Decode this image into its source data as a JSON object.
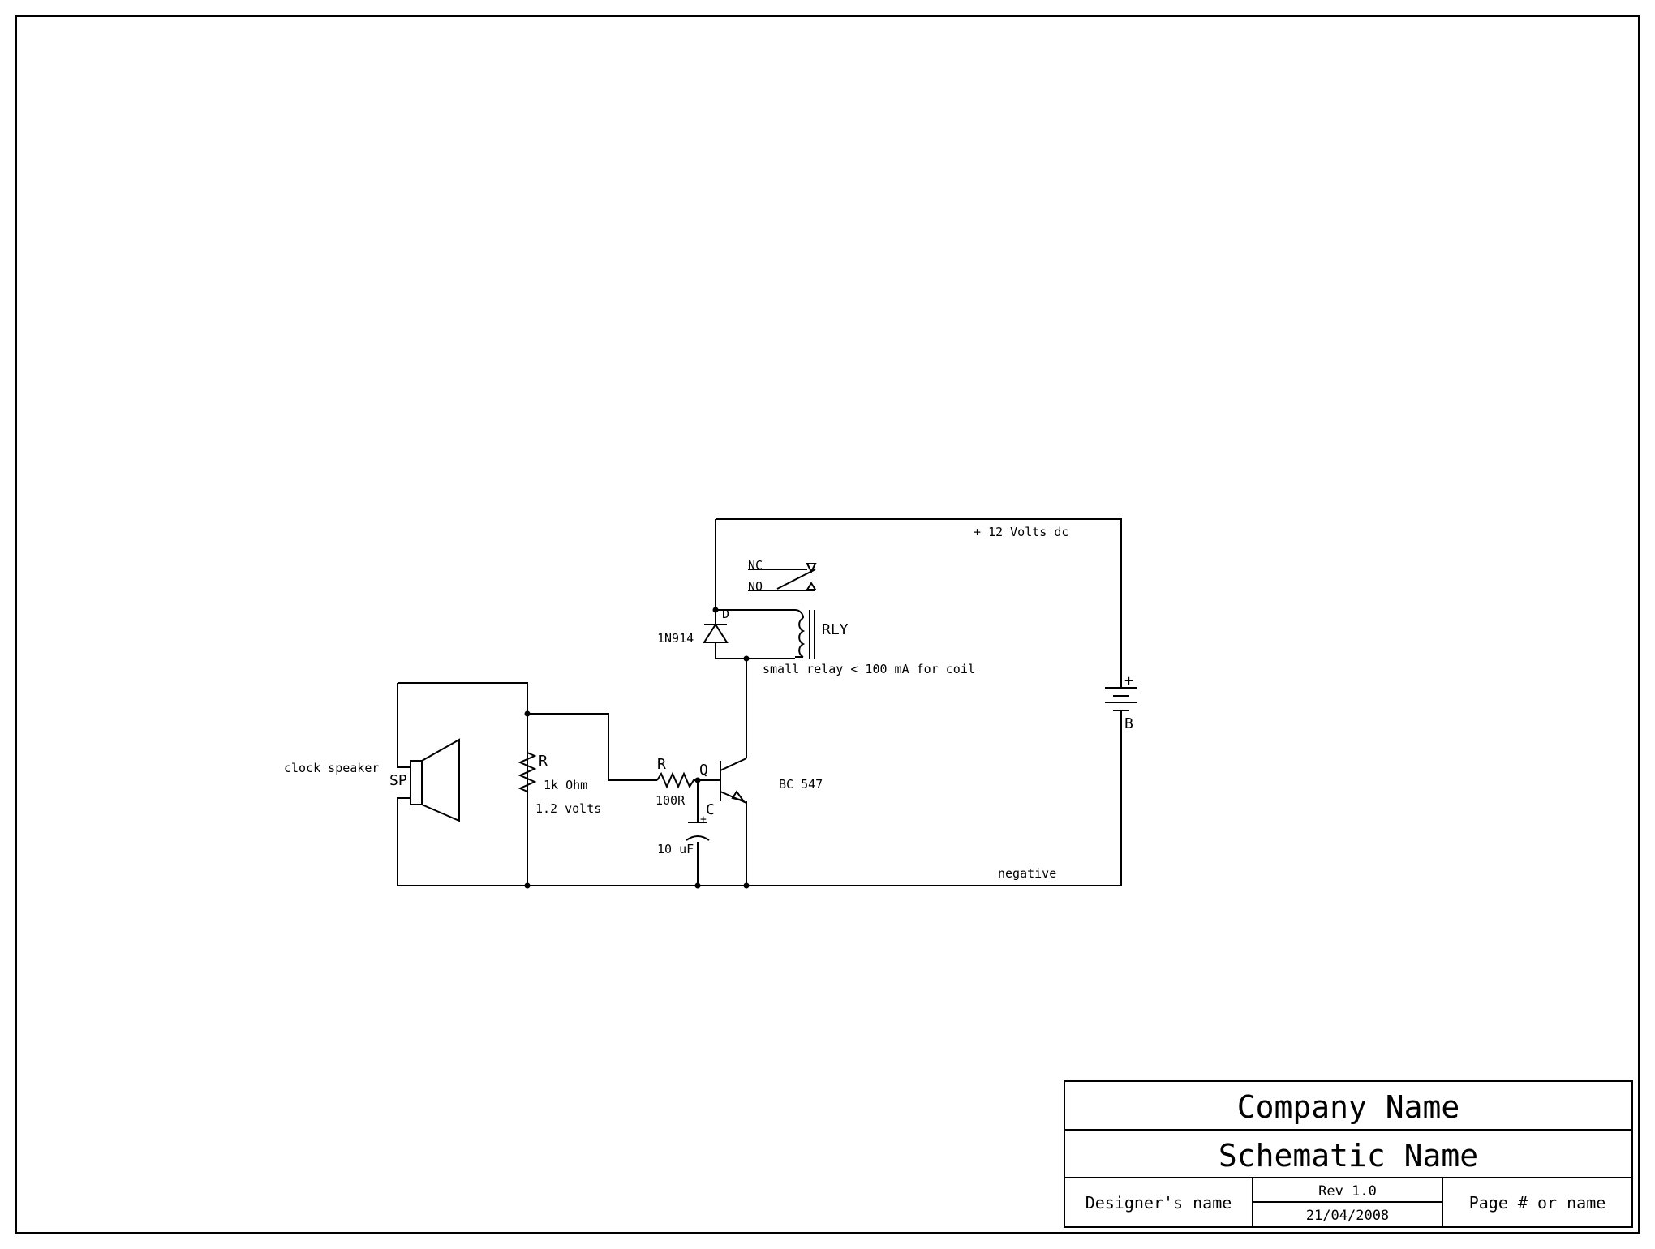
{
  "labels": {
    "supply": "+ 12 Volts dc",
    "nc": "NC",
    "no": "NO",
    "diode_ref": "D",
    "diode_part": "1N914",
    "relay_ref": "RLY",
    "relay_note": "small relay < 100 mA for coil",
    "speaker_desc": "clock speaker",
    "speaker_ref": "SP",
    "r1_ref": "R",
    "r1_value": "1k Ohm",
    "r1_volts": "1.2 volts",
    "r2_ref": "R",
    "r2_value": "100R",
    "q_ref": "Q",
    "q_part": "BC 547",
    "c_ref": "C",
    "c_plus": "+",
    "c_value": "10 uF",
    "battery_ref": "B",
    "battery_plus": "+",
    "ground": "negative"
  },
  "title_block": {
    "company": "Company Name",
    "schematic": "Schematic Name",
    "designer": "Designer's name",
    "revision": "Rev 1.0",
    "date": "21/04/2008",
    "page": "Page # or name"
  }
}
